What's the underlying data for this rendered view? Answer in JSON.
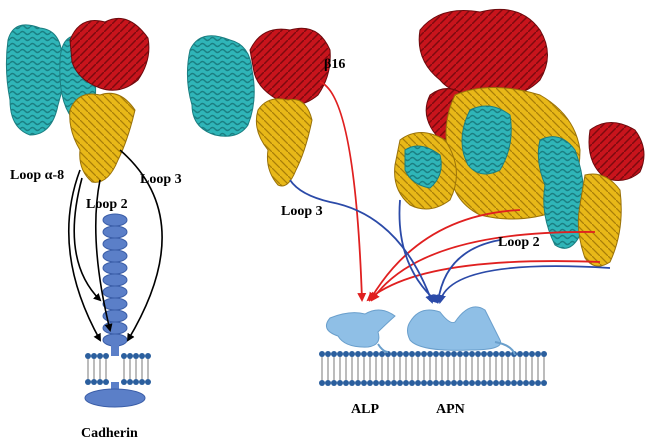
{
  "labels": {
    "loop_alpha8": "Loop α-8",
    "loop2_left": "Loop 2",
    "loop3_left": "Loop 3",
    "beta16": "β16",
    "loop3_mid": "Loop 3",
    "loop2_right": "Loop 2",
    "alp": "ALP",
    "apn": "APN",
    "cadherin": "Cadherin"
  },
  "colors": {
    "helix": "#2fb5b8",
    "beta_sheet": "#c8141c",
    "domain3": "#e8b818",
    "receptor": "#5b7fc8",
    "membrane_head": "#2b5f9e",
    "arrow_black": "#000000",
    "arrow_red": "#e02020",
    "arrow_blue": "#2b4aa8",
    "gpi_protein": "#8fbfe6"
  }
}
